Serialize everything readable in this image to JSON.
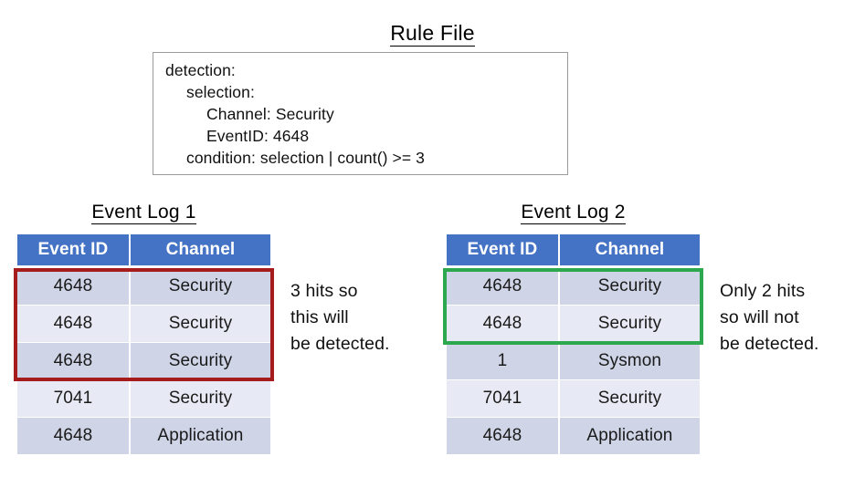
{
  "rule_file": {
    "title": "Rule File",
    "lines": [
      "detection:",
      "selection:",
      "Channel: Security",
      "EventID: 4648",
      "condition: selection | count() >= 3"
    ]
  },
  "logs": [
    {
      "title": "Event Log 1",
      "columns": [
        "Event ID",
        "Channel"
      ],
      "rows": [
        {
          "event_id": "4648",
          "channel": "Security"
        },
        {
          "event_id": "4648",
          "channel": "Security"
        },
        {
          "event_id": "4648",
          "channel": "Security"
        },
        {
          "event_id": "7041",
          "channel": "Security"
        },
        {
          "event_id": "4648",
          "channel": "Application"
        }
      ],
      "highlight": {
        "color": "#A61C1C",
        "rows": 3
      },
      "annotation": "3 hits so\nthis will\nbe detected."
    },
    {
      "title": "Event Log 2",
      "columns": [
        "Event ID",
        "Channel"
      ],
      "rows": [
        {
          "event_id": "4648",
          "channel": "Security"
        },
        {
          "event_id": "4648",
          "channel": "Security"
        },
        {
          "event_id": "1",
          "channel": "Sysmon"
        },
        {
          "event_id": "7041",
          "channel": "Security"
        },
        {
          "event_id": "4648",
          "channel": "Application"
        }
      ],
      "highlight": {
        "color": "#2EA84F",
        "rows": 2
      },
      "annotation": "Only 2 hits\nso will not\nbe detected."
    }
  ],
  "colors": {
    "header_blue": "#4472C4",
    "row_dark": "#CFD5E7",
    "row_light": "#E7EAF4",
    "highlight_red": "#A61C1C",
    "highlight_green": "#2EA84F"
  }
}
